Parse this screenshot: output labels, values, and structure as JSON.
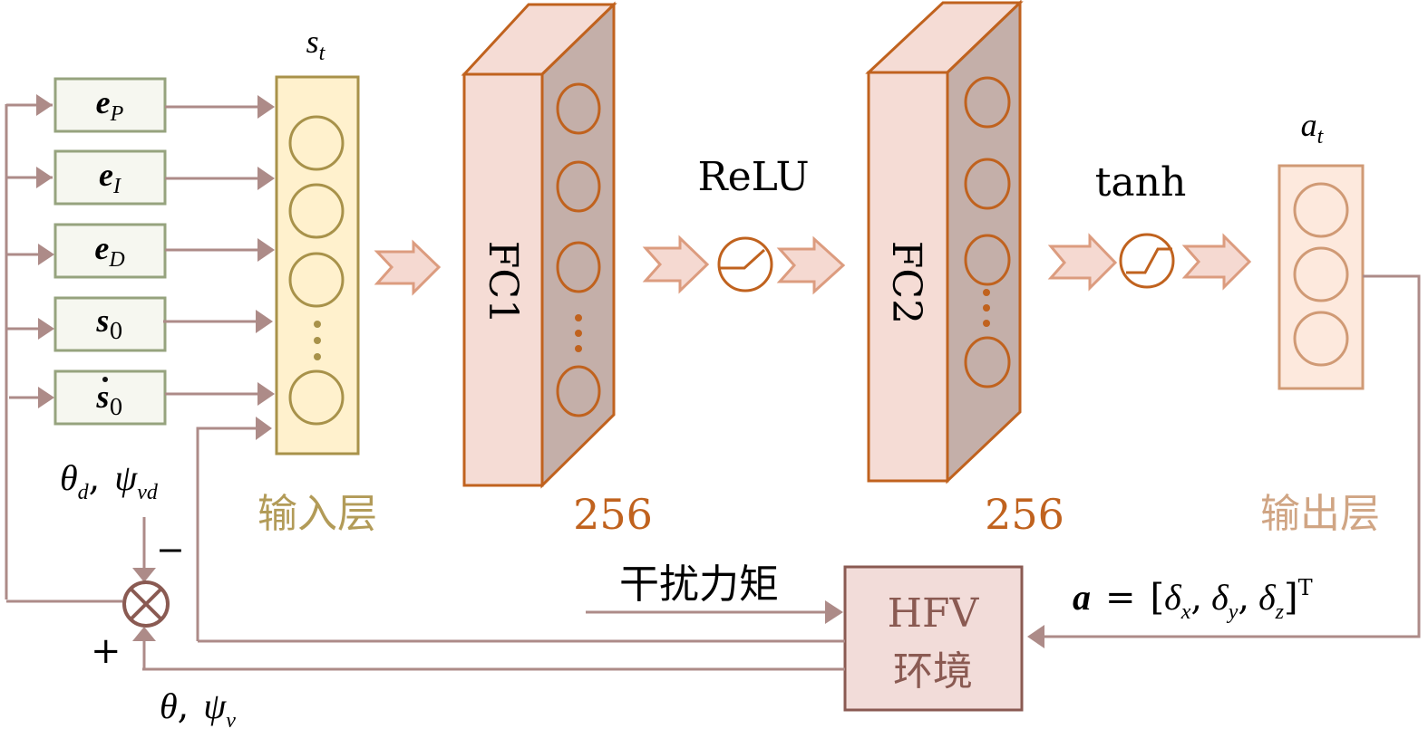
{
  "colors": {
    "wire": "#ad8b88",
    "input_box_fill": "#f6f7f0",
    "input_box_stroke": "#96a37e",
    "input_layer_fill": "#fff1cd",
    "input_layer_stroke": "#a8924a",
    "fc_front_fill": "#f5dcd5",
    "fc_side_fill": "#c4afa9",
    "fc_stroke": "#c0621e",
    "flow_arrow_fill": "#f5d9d1",
    "flow_arrow_stroke": "#dc9c7f",
    "output_fill": "#fde9dd",
    "output_stroke": "#d09a75",
    "env_fill": "#f2dcd9",
    "env_stroke": "#8a5a52",
    "summer_stroke": "#8a5a52",
    "input_label": "#b29b58",
    "fc_count_label": "#c0621e",
    "output_label": "#d0a584",
    "env_label": "#8a5a52"
  },
  "inputs": [
    {
      "sym": "e",
      "sub": "P",
      "dot": false
    },
    {
      "sym": "e",
      "sub": "I",
      "dot": false
    },
    {
      "sym": "e",
      "sub": "D",
      "dot": false
    },
    {
      "sym": "s",
      "sub": "0",
      "dot": false
    },
    {
      "sym": "s",
      "sub": "0",
      "dot": true
    }
  ],
  "input_layer": {
    "sym": "s",
    "sub": "t",
    "label": "输入层",
    "dots": "⋮"
  },
  "fc1": {
    "name": "FC1",
    "units": "256"
  },
  "fc2": {
    "name": "FC2",
    "units": "256"
  },
  "activations": {
    "relu": "ReLU",
    "tanh": "tanh"
  },
  "output_layer": {
    "sym": "a",
    "sub": "t",
    "label": "输出层"
  },
  "environment": {
    "line1": "HFV",
    "line2": "环境"
  },
  "disturbance": "干扰力矩",
  "action_eq": {
    "lhs": "a",
    "eq": "=",
    "open": "[",
    "terms": [
      {
        "sym": "δ",
        "sub": "x"
      },
      {
        "sym": "δ",
        "sub": "y"
      },
      {
        "sym": "δ",
        "sub": "z"
      }
    ],
    "sep": ",",
    "close": "]",
    "sup": "T"
  },
  "reference": {
    "a": "θ",
    "a_sub": "d",
    "sep": ",",
    "b": "ψ",
    "b_sub": "vd"
  },
  "feedback": {
    "a": "θ",
    "sep": ",",
    "b": "ψ",
    "b_sub": "v"
  },
  "summer": {
    "minus": "−",
    "plus": "+"
  }
}
